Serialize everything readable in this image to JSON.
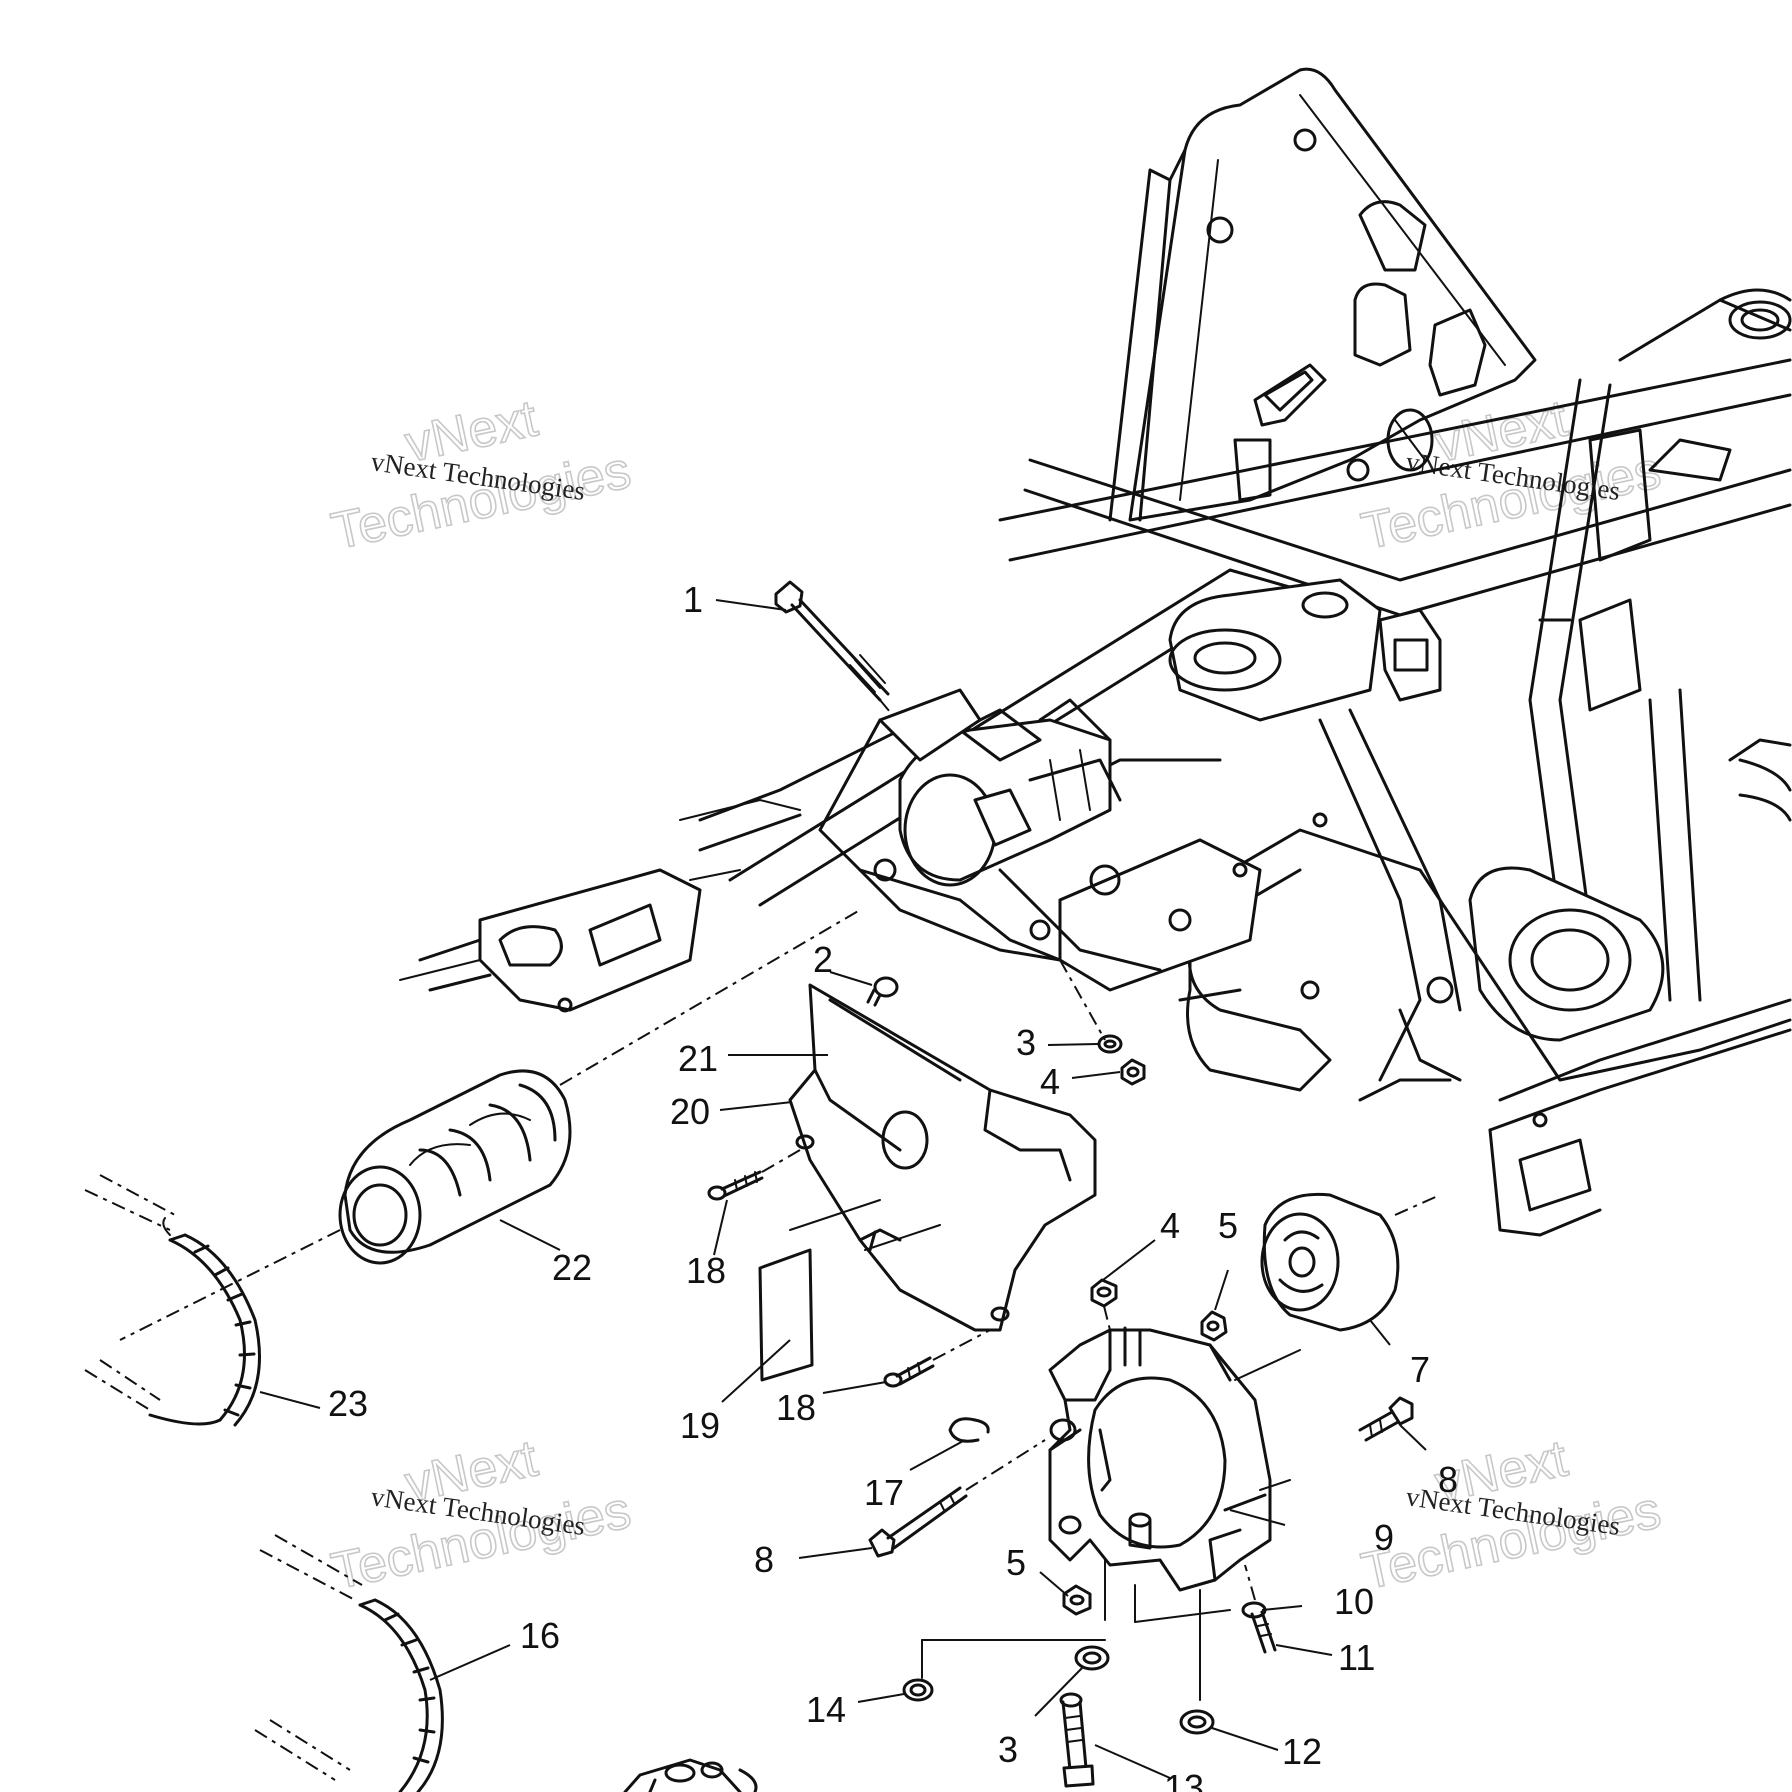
{
  "callouts": [
    {
      "n": "1"
    },
    {
      "n": "2"
    },
    {
      "n": "3"
    },
    {
      "n": "4"
    },
    {
      "n": "20"
    },
    {
      "n": "21"
    },
    {
      "n": "22"
    },
    {
      "n": "18"
    },
    {
      "n": "4"
    },
    {
      "n": "5"
    },
    {
      "n": "7"
    },
    {
      "n": "23"
    },
    {
      "n": "19"
    },
    {
      "n": "18"
    },
    {
      "n": "8"
    },
    {
      "n": "17"
    },
    {
      "n": "9"
    },
    {
      "n": "8"
    },
    {
      "n": "5"
    },
    {
      "n": "10"
    },
    {
      "n": "11"
    },
    {
      "n": "16"
    },
    {
      "n": "14"
    },
    {
      "n": "3"
    },
    {
      "n": "12"
    },
    {
      "n": "13"
    }
  ],
  "watermarks": [
    {
      "small": "vNext Technologies",
      "big1": "vNext",
      "big2": "Technologies"
    },
    {
      "small": "vNext Technologies",
      "big1": "vNext",
      "big2": "Technologies"
    },
    {
      "small": "vNext Technologies",
      "big1": "vNext",
      "big2": "Technologies"
    },
    {
      "small": "vNext Technologies",
      "big1": "vNext",
      "big2": "Technologies"
    }
  ]
}
